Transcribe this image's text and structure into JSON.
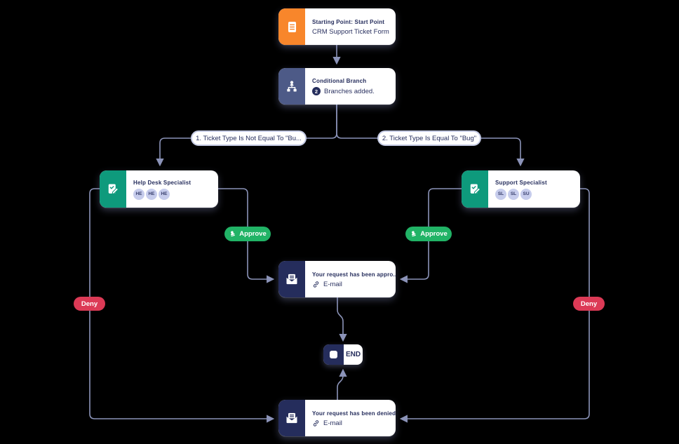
{
  "colors": {
    "background": "#000000",
    "start_icon": "#F8862B",
    "branch_icon": "#4D5A87",
    "approver_icon": "#0E9A7C",
    "email_icon": "#252D5C",
    "approve_badge": "#21B366",
    "deny_badge": "#DC3A56",
    "connector": "#8B93B8",
    "text": "#252D5C"
  },
  "nodes": {
    "start": {
      "title": "Starting Point: Start Point",
      "subtitle": "CRM Support Ticket Form",
      "icon": "form-icon"
    },
    "conditional": {
      "title": "Conditional Branch",
      "badge_count": "2",
      "subtitle": "Branches added.",
      "icon": "branch-icon"
    },
    "help_desk": {
      "title": "Help Desk Specialist",
      "avatars": [
        "HE",
        "HE",
        "HE"
      ],
      "icon": "approver-icon"
    },
    "support": {
      "title": "Support Specialist",
      "avatars": [
        "SL",
        "SL",
        "SU"
      ],
      "icon": "approver-icon"
    },
    "approved_email": {
      "title": "Your request has been appro...",
      "subtitle": "E-mail",
      "icon": "email-icon"
    },
    "denied_email": {
      "title": "Your request has been denied.",
      "subtitle": "E-mail",
      "icon": "email-icon"
    },
    "end": {
      "label": "END"
    }
  },
  "branches": {
    "left": {
      "label": "1. Ticket Type Is Not Equal To \"Bu..."
    },
    "right": {
      "label": "2. Ticket Type Is Equal To \"Bug\""
    }
  },
  "badges": {
    "approve_left": "Approve",
    "approve_right": "Approve",
    "deny_left": "Deny",
    "deny_right": "Deny"
  }
}
